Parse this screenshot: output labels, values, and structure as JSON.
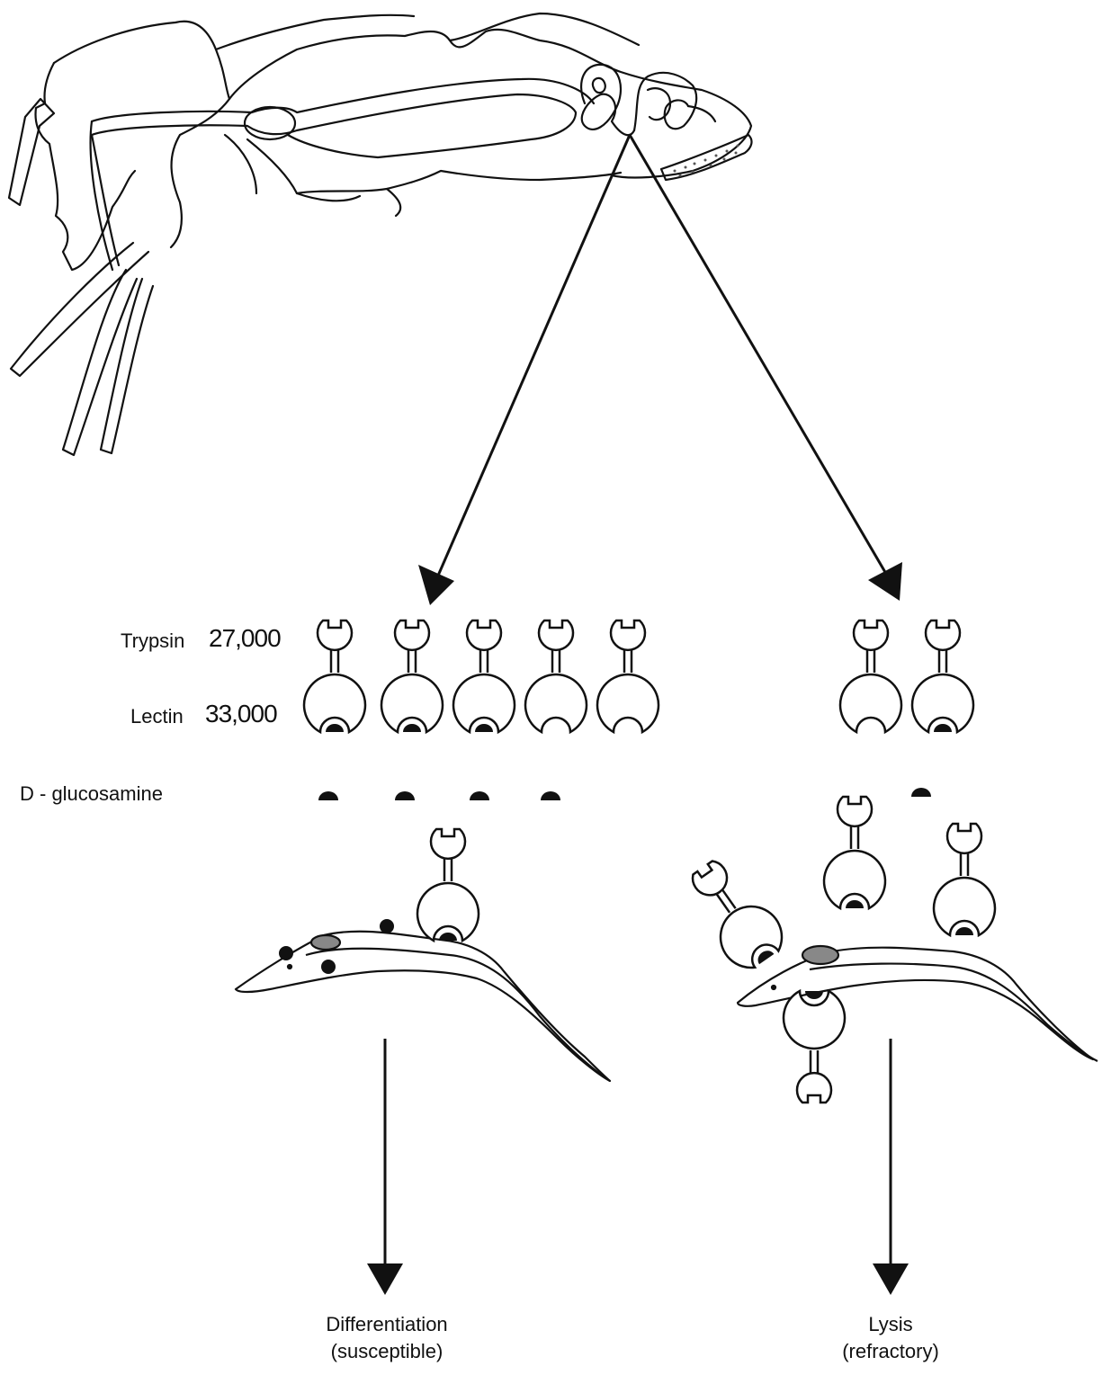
{
  "labels": {
    "trypsin": "Trypsin",
    "trypsin_mw": "27,000",
    "lectin": "Lectin",
    "lectin_mw": "33,000",
    "sugar": "D - glucosamine"
  },
  "outcomes": {
    "left": {
      "line1": "Differentiation",
      "line2": "(susceptible)"
    },
    "right": {
      "line1": "Lysis",
      "line2": "(refractory)"
    }
  },
  "colors": {
    "ink": "#111111",
    "background": "#ffffff",
    "stipple": "#555555"
  }
}
